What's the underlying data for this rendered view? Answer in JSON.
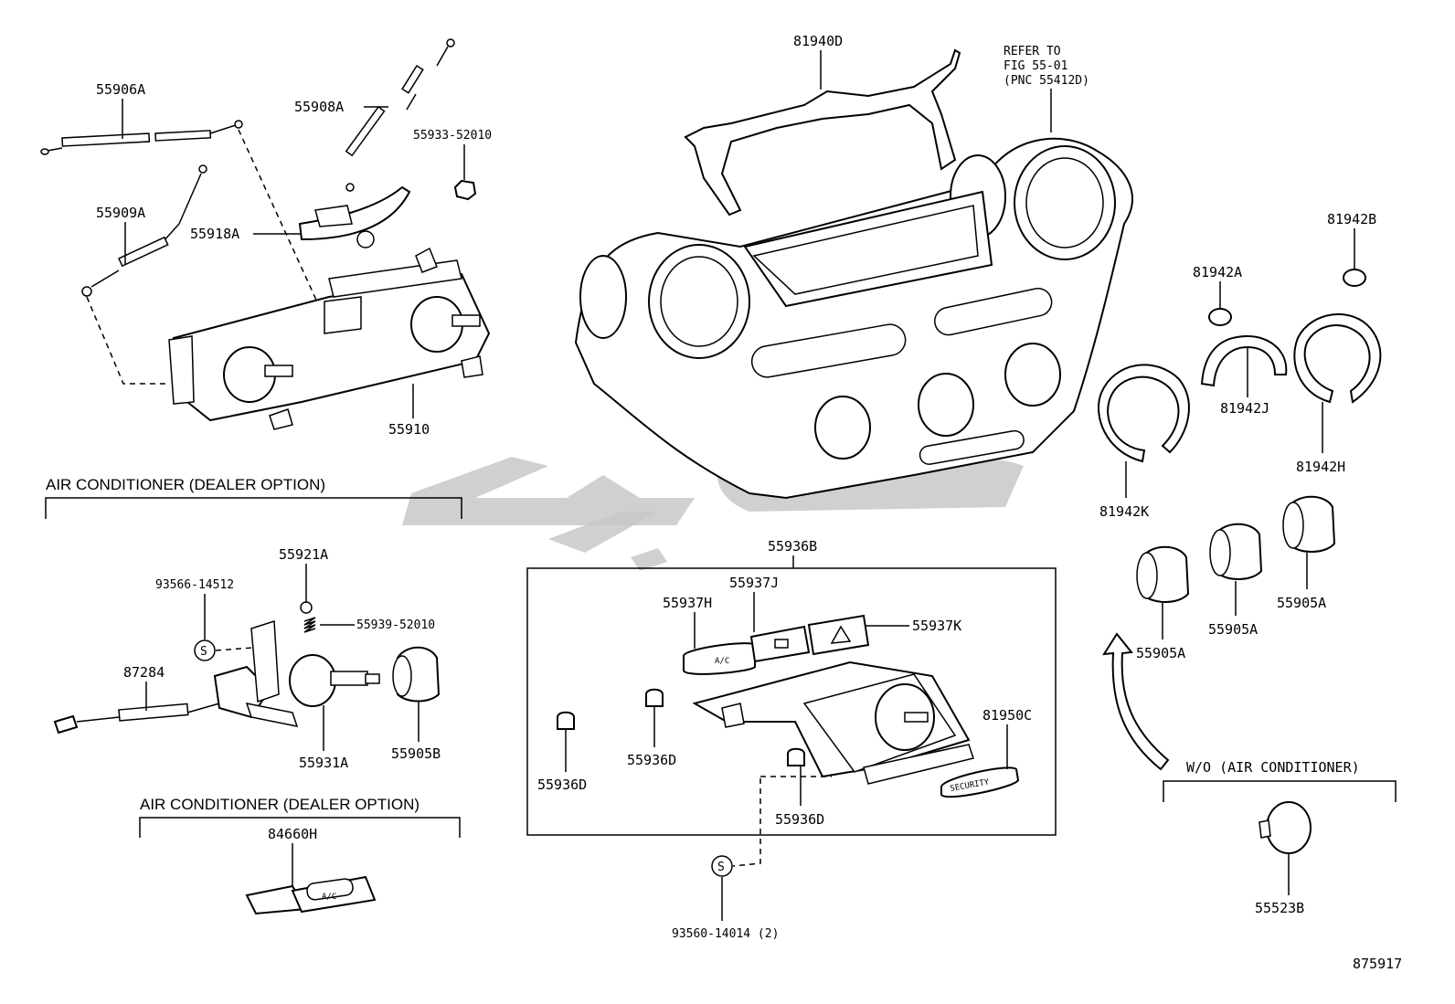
{
  "figure_id": "875917",
  "watermark_text": "موتورپارتس",
  "sections": {
    "ac_dealer_option_1": "AIR CONDITIONER (DEALER OPTION)",
    "ac_dealer_option_2": "AIR CONDITIONER (DEALER OPTION)",
    "wo_air_conditioner": "W/O (AIR CONDITIONER)"
  },
  "refer_note": {
    "line1": "REFER TO",
    "line2": "FIG 55-01",
    "line3": "(PNC 55412D)"
  },
  "parts": {
    "p55906A": "55906A",
    "p55908A": "55908A",
    "p55933": "55933-52010",
    "p55909A": "55909A",
    "p55918A": "55918A",
    "p55910": "55910",
    "p81940D": "81940D",
    "p81942B": "81942B",
    "p81942A": "81942A",
    "p81942J": "81942J",
    "p81942H": "81942H",
    "p81942K": "81942K",
    "p55921A": "55921A",
    "p93566": "93566-14512",
    "p55939": "55939-52010",
    "p87284": "87284",
    "p55931A": "55931A",
    "p55905B": "55905B",
    "p84660H": "84660H",
    "p55936B": "55936B",
    "p55937J": "55937J",
    "p55937H": "55937H",
    "p55937K": "55937K",
    "p81950C": "81950C",
    "p55936D_a": "55936D",
    "p55936D_b": "55936D",
    "p55936D_c": "55936D",
    "p93560": "93560-14014 (2)",
    "p55905A_a": "55905A",
    "p55905A_b": "55905A",
    "p55905A_c": "55905A",
    "p55523B": "55523B"
  },
  "switch_texts": {
    "ac": "A/C",
    "security": "SECURITY",
    "ac_small": "A/C",
    "screw_s": "S"
  }
}
